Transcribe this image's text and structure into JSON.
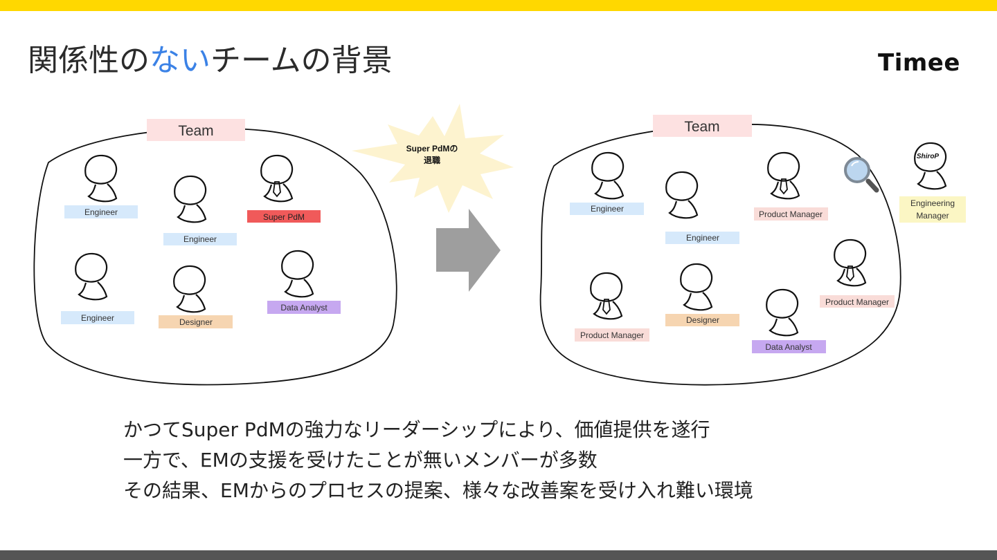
{
  "slide": {
    "title_pre": "関係性の",
    "title_accent": "ない",
    "title_post": "チームの背景",
    "logo": "Timee",
    "burst_text": [
      "Super PdMの",
      "退職"
    ],
    "body_lines": [
      "かつてSuper PdMの強力なリーダーシップにより、価値提供を遂行",
      "一方で、EMの支援を受けたことが無いメンバーが多数",
      "その結果、EMからのプロセスの提案、様々な改善案を受け入れ難い環境"
    ]
  },
  "before_team": {
    "label": "Team",
    "members": [
      {
        "role": "Engineer"
      },
      {
        "role": "Engineer"
      },
      {
        "role": "Super PdM"
      },
      {
        "role": "Engineer"
      },
      {
        "role": "Designer"
      },
      {
        "role": "Data Analyst"
      }
    ]
  },
  "after_team": {
    "label": "Team",
    "members": [
      {
        "role": "Engineer"
      },
      {
        "role": "Engineer"
      },
      {
        "role": "Product Manager"
      },
      {
        "role": "Product Manager"
      },
      {
        "role": "Designer"
      },
      {
        "role": "Data Analyst"
      },
      {
        "role": "Product Manager"
      }
    ],
    "outsider_role": [
      "Engineering",
      "Manager"
    ],
    "outsider_badge": "ShiroP"
  },
  "colors": {
    "top_bar": "#FFD800",
    "bottom_bar": "#555555",
    "accent": "#3b82e6",
    "engineer": "#d6e9fb",
    "super_pdm": "#f05a5a",
    "product_manager": "#f9dcd8",
    "designer": "#f6d5b1",
    "data_analyst": "#c6a8f0",
    "em": "#fbf6c4",
    "team_label": "#fde1e1",
    "burst": "#fdf3cf",
    "arrow": "#9e9e9e"
  }
}
